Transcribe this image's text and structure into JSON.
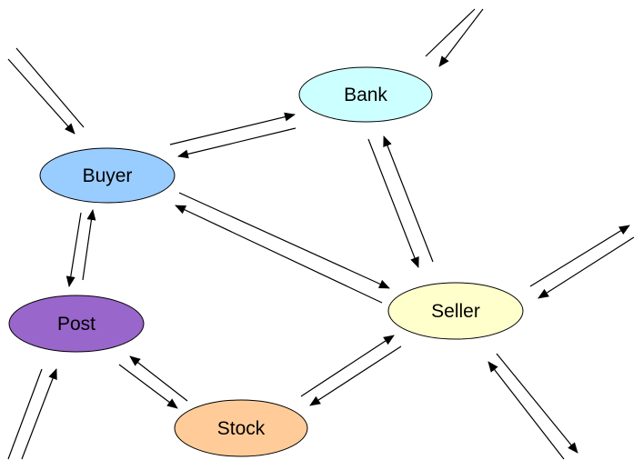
{
  "nodes": {
    "bank": {
      "label": "Bank",
      "fill": "#ccffff"
    },
    "buyer": {
      "label": "Buyer",
      "fill": "#99ccff"
    },
    "post": {
      "label": "Post",
      "fill": "#9966cc"
    },
    "seller": {
      "label": "Seller",
      "fill": "#ffffcc"
    },
    "stock": {
      "label": "Stock",
      "fill": "#ffcc99"
    }
  },
  "edges": [
    {
      "from": "external",
      "to": "buyer"
    },
    {
      "from": "external",
      "to": "bank"
    },
    {
      "from": "buyer",
      "to": "bank"
    },
    {
      "from": "bank",
      "to": "buyer"
    },
    {
      "from": "buyer",
      "to": "post"
    },
    {
      "from": "post",
      "to": "buyer"
    },
    {
      "from": "buyer",
      "to": "seller"
    },
    {
      "from": "seller",
      "to": "buyer"
    },
    {
      "from": "bank",
      "to": "seller"
    },
    {
      "from": "seller",
      "to": "bank"
    },
    {
      "from": "seller",
      "to": "external"
    },
    {
      "from": "external",
      "to": "seller"
    },
    {
      "from": "seller",
      "to": "stock"
    },
    {
      "from": "stock",
      "to": "seller"
    },
    {
      "from": "post",
      "to": "stock"
    },
    {
      "from": "stock",
      "to": "post"
    },
    {
      "from": "external",
      "to": "post"
    }
  ]
}
